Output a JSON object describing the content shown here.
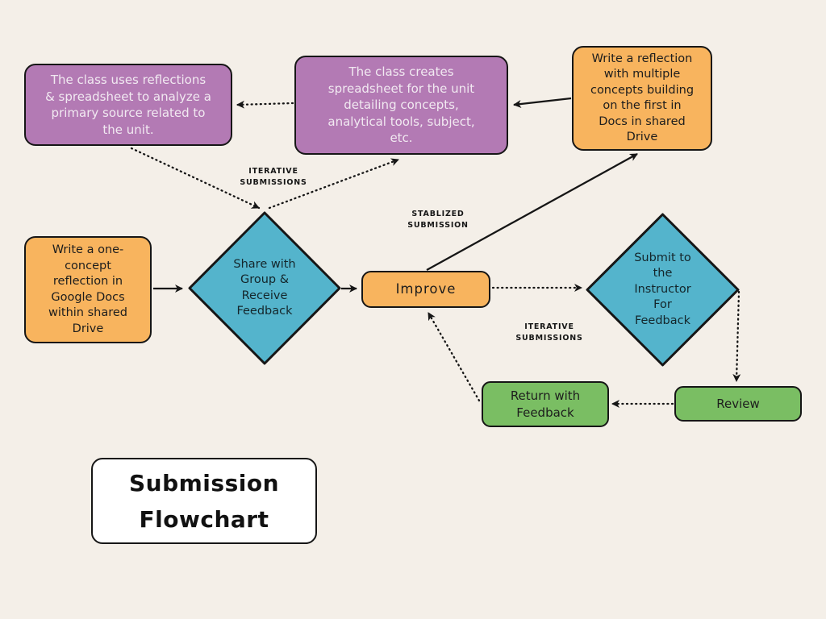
{
  "title": "Submission\nFlowchart",
  "nodes": {
    "uses_reflections": "The class uses reflections\n& spreadsheet to analyze a\nprimary source related to\nthe unit.",
    "creates_spreadsheet": "The class creates\nspreadsheet for the unit\ndetailing concepts,\nanalytical tools, subject,\netc.",
    "write_multi_reflection": "Write a reflection\nwith multiple\nconcepts building\non the first in\nDocs in shared\nDrive",
    "write_one_reflection": "Write a one-\nconcept\nreflection in\nGoogle Docs\nwithin shared\nDrive",
    "share_with_group": "Share with\nGroup &\nReceive\nFeedback",
    "improve": "Improve",
    "submit_to_instructor": "Submit to\nthe\nInstructor\nFor\nFeedback",
    "return_with_feedback": "Return with\nFeedback",
    "review": "Review"
  },
  "labels": {
    "iterative_top": "ITERATIVE\nSUBMISSIONS",
    "stablized": "STABLIZED\nSUBMISSION",
    "iterative_right": "ITERATIVE\nSUBMISSIONS"
  },
  "colors": {
    "background": "#f4efe8",
    "purple": "#b37ab4",
    "orange": "#f8b45e",
    "teal": "#54b4cc",
    "green": "#7abe63",
    "stroke": "#161616",
    "purple_text": "#f1e9f1",
    "dark_text": "#1d1d1d"
  }
}
